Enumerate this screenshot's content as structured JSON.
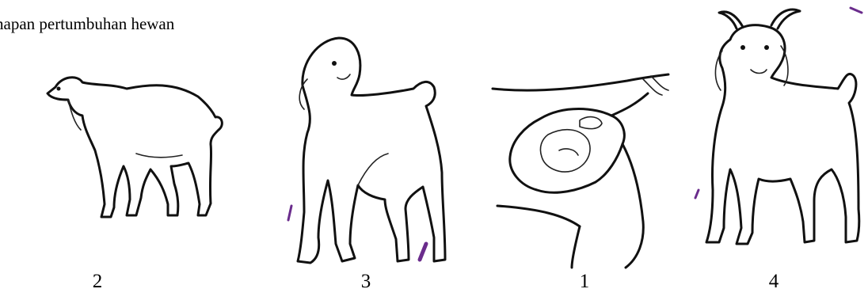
{
  "title": "hapan pertumbuhan hewan",
  "stages": [
    {
      "number": "2",
      "icon": "young-goat-icon"
    },
    {
      "number": "3",
      "icon": "kid-goat-icon"
    },
    {
      "number": "1",
      "icon": "goat-embryo-in-womb-icon"
    },
    {
      "number": "4",
      "icon": "adult-goat-icon"
    }
  ],
  "colors": {
    "line": "#111111",
    "ink_mark": "#6a2c8c",
    "background": "#ffffff"
  }
}
